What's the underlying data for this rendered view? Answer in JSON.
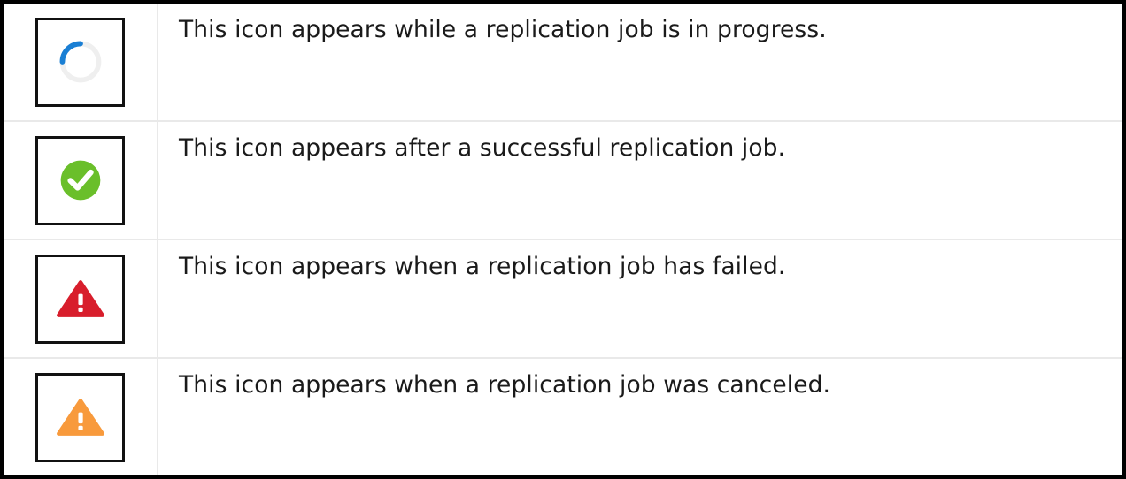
{
  "table": {
    "type": "icon-legend",
    "columns": [
      "icon",
      "description"
    ],
    "rows": [
      {
        "icon_name": "spinner-in-progress-icon",
        "icon_type": "spinner",
        "icon_color": "#1a7fd4",
        "icon_track_color": "#eeeeee",
        "description": "This icon appears while a replication job is in progress."
      },
      {
        "icon_name": "success-check-circle-icon",
        "icon_type": "check-circle",
        "icon_color": "#6abf2a",
        "icon_track_color": "#ffffff",
        "description": "This icon appears after a successful replication job."
      },
      {
        "icon_name": "error-warning-triangle-icon",
        "icon_type": "warning-triangle",
        "icon_color": "#d81e2c",
        "icon_track_color": "#ffffff",
        "description": "This icon appears when a replication job has failed."
      },
      {
        "icon_name": "canceled-warning-triangle-icon",
        "icon_type": "warning-triangle",
        "icon_color": "#f89a3c",
        "icon_track_color": "#ffffff",
        "description": "This icon appears when a replication job was canceled."
      }
    ]
  },
  "style": {
    "outer_border_color": "#000000",
    "divider_color": "#e9e9e9",
    "icon_box_border_color": "#111111",
    "text_color": "#1a1a1a",
    "background": "#ffffff"
  }
}
